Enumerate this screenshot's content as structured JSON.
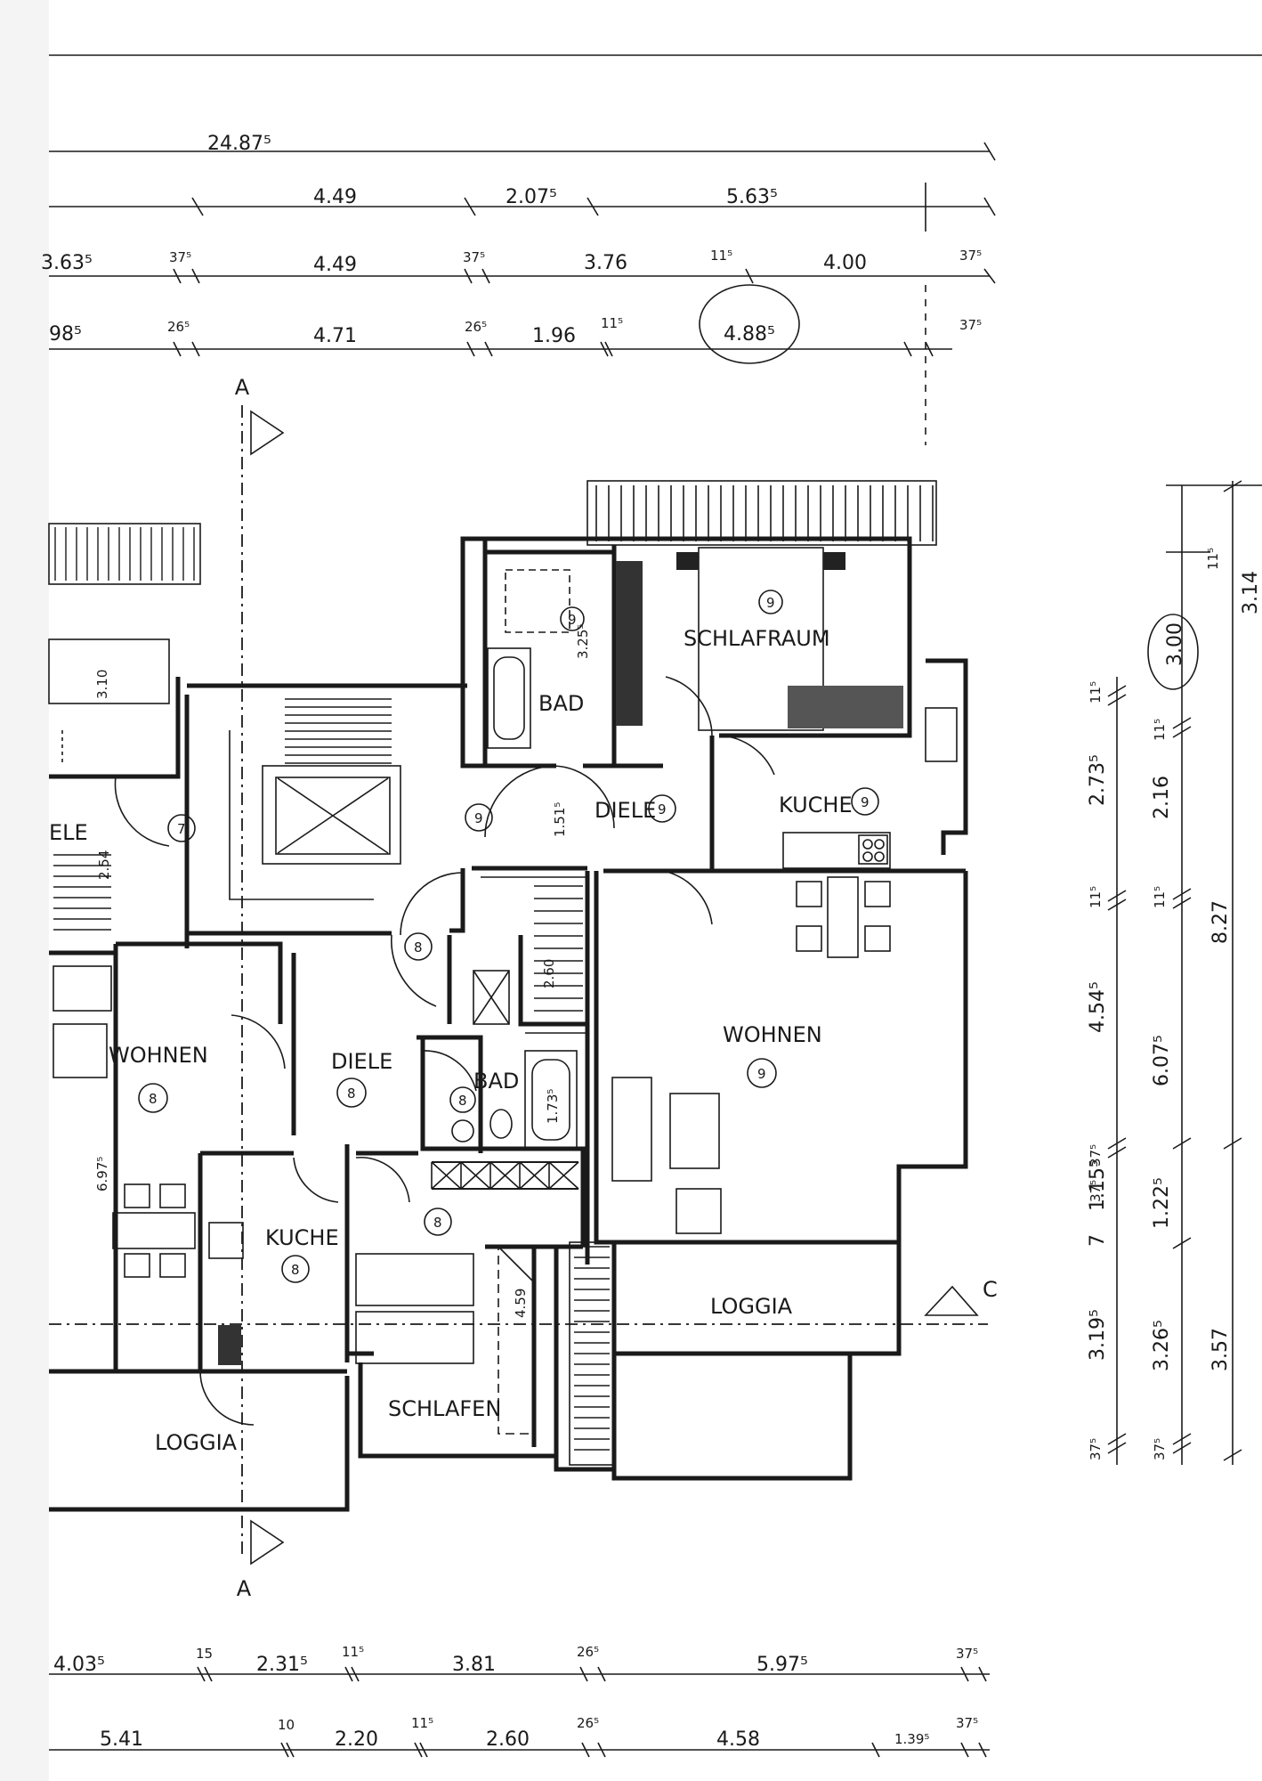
{
  "dimensions": {
    "top_total": "24.87⁵",
    "top_row1": [
      "4.49",
      "2.07⁵",
      "5.63⁵"
    ],
    "top_row2": [
      "3.63⁵",
      "37⁵",
      "4.49",
      "37⁵",
      "3.76",
      "11⁵",
      "4.00",
      "37⁵"
    ],
    "top_row3": [
      "98⁵",
      "26⁵",
      "4.71",
      "26⁵",
      "1.96",
      "11⁵",
      "4.88⁵",
      "37⁵"
    ],
    "bottom_row1": [
      "4.03⁵",
      "15",
      "2.31⁵",
      "11⁵",
      "3.81",
      "26⁵",
      "5.97⁵",
      "37⁵"
    ],
    "bottom_row2": [
      "5.41",
      "10",
      "2.20",
      "11⁵",
      "2.60",
      "26⁵",
      "4.58",
      "1.39⁵",
      "37⁵"
    ],
    "right_col1": [
      "11⁵",
      "2.73⁵",
      "11⁵",
      "4.54⁵",
      "37⁵",
      "1.15⁵",
      "37⁵",
      "7",
      "3.19⁵",
      "37⁵"
    ],
    "right_col2": [
      "11⁵",
      "2.16",
      "11⁵",
      "6.07⁵",
      "1.22⁵",
      "3.26⁵",
      "37⁵"
    ],
    "right_col3": [
      "11⁵",
      "3.00",
      "3.14",
      "8.27",
      "3.57"
    ],
    "interior": [
      "3.25⁵",
      "1.51⁵",
      "2.54",
      "6.97⁵",
      "2.60",
      "1.73⁵",
      "4.59",
      "3.10"
    ]
  },
  "section_marks": {
    "a_top": "A",
    "a_bottom": "A",
    "c": "C"
  },
  "rooms": {
    "schlafraum": "SCHLAFRAUM",
    "schlafraum_no": "9",
    "bad9": "BAD",
    "bad9_no": "9",
    "diele9": "DIELE",
    "diele9_no": "9",
    "kuche9": "KUCHE",
    "kuche9_no": "9",
    "wohnen9": "WOHNEN",
    "wohnen9_no": "9",
    "loggia9": "LOGGIA",
    "stair9_no": "9",
    "wohnen8": "WOHNEN",
    "wohnen8_no": "8",
    "diele8": "DIELE",
    "diele8_no": "8",
    "bad8": "BAD",
    "bad8_no": "8",
    "kuche8": "KUCHE",
    "kuche8_no": "8",
    "schlafen8": "SCHLAFEN",
    "schlafen8_no": "8",
    "stair8_no": "8",
    "landing7_no": "7",
    "diele_left": "ELE",
    "loggia8": "LOGGIA"
  }
}
